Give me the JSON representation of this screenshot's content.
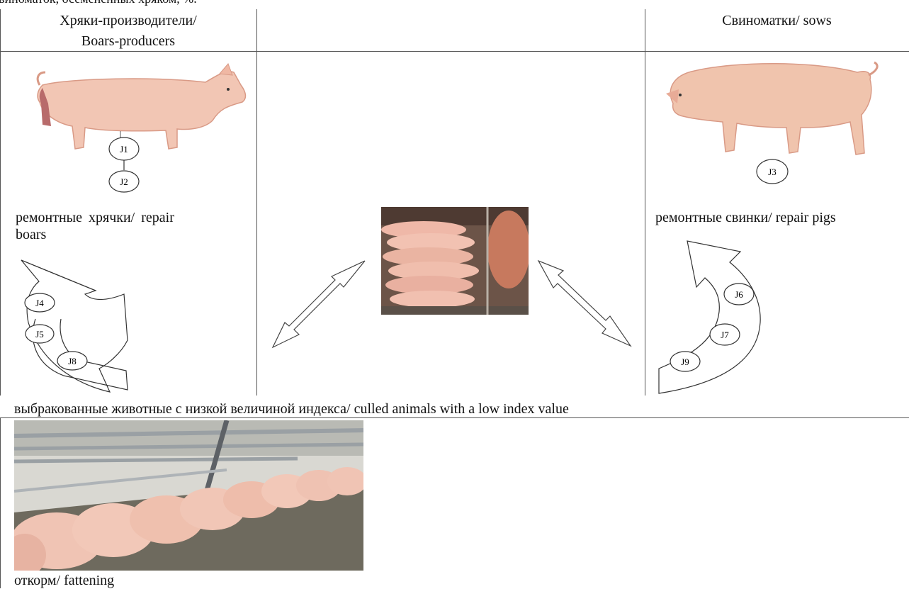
{
  "caption_top": "виноматок, осемененных хряком, %.",
  "headers": {
    "boars": [
      "Хряки-производители/",
      "Boars-producers"
    ],
    "sows": "Свиноматки/ sows"
  },
  "labels": {
    "repair_boars": [
      "ремонтные    хрячки/    repair",
      "boars"
    ],
    "repair_pigs": "ремонтные свинки/ repair pigs",
    "culled": "выбракованные животные с низкой величиной индекса/ culled animals with a low index value",
    "fattening": "откорм/ fattening"
  },
  "nodes": {
    "J1": "J1",
    "J2": "J2",
    "J3": "J3",
    "J4": "J4",
    "J5": "J5",
    "J6": "J6",
    "J7": "J7",
    "J8": "J8",
    "J9": "J9"
  },
  "colors": {
    "pig_skin": "#f2c6b4",
    "pig_shadow": "#d99a86",
    "barn_floor": "#6e6a5e",
    "rail": "#c8ccd0"
  }
}
